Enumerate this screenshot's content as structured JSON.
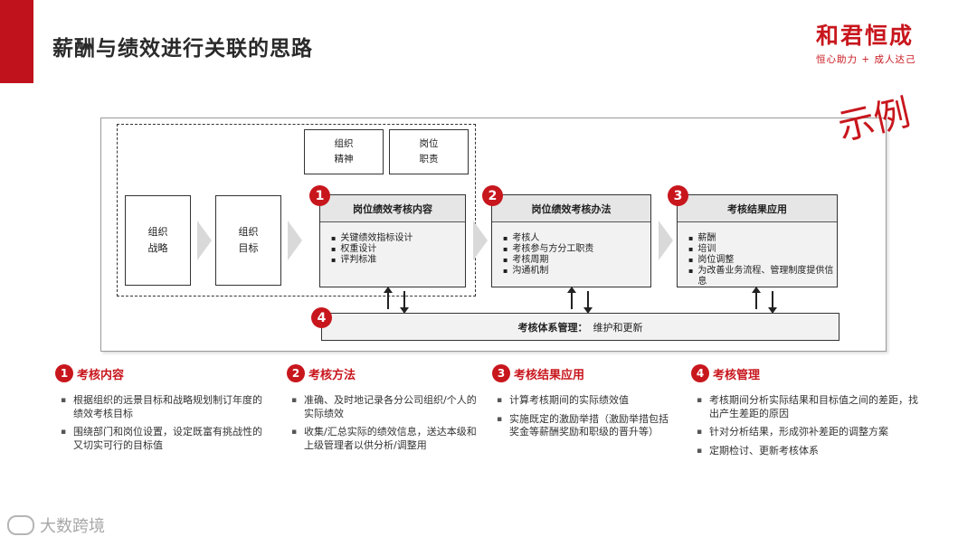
{
  "slide": {
    "title": "薪酬与绩效进行关联的思路"
  },
  "logo": {
    "main": "和君恒成",
    "sub": "恒心助力 + 成人达己"
  },
  "stamp": "示例",
  "diagram": {
    "org_strategy": "组织\n战略",
    "org_goals": "组织\n目标",
    "org_spirit": "组织\n精神",
    "job_duty": "岗位\n职责",
    "panels": [
      {
        "num": "1",
        "title": "岗位绩效考核内容",
        "items": [
          "关键绩效指标设计",
          "权重设计",
          "评判标准"
        ]
      },
      {
        "num": "2",
        "title": "岗位绩效考核办法",
        "items": [
          "考核人",
          "考核参与方分工职责",
          "考核周期",
          "沟通机制"
        ]
      },
      {
        "num": "3",
        "title": "考核结果应用",
        "items": [
          "薪酬",
          "培训",
          "岗位调整",
          "为改善业务流程、管理制度提供信息"
        ]
      }
    ],
    "mgmt": {
      "num": "4",
      "label": "考核体系管理：",
      "value": "维护和更新"
    }
  },
  "sections": [
    {
      "num": "1",
      "title": "考核内容",
      "items": [
        "根据组织的远景目标和战略规划制订年度的绩效考核目标",
        "围绕部门和岗位设置，设定既富有挑战性的又切实可行的目标值"
      ]
    },
    {
      "num": "2",
      "title": "考核方法",
      "items": [
        "准确、及时地记录各分公司组织/个人的实际绩效",
        "收集/汇总实际的绩效信息，送达本级和上级管理者以供分析/调整用"
      ]
    },
    {
      "num": "3",
      "title": "考核结果应用",
      "items": [
        "计算考核期间的实际绩效值",
        "实施既定的激励举措（激励举措包括奖金等薪酬奖励和职级的晋升等）"
      ]
    },
    {
      "num": "4",
      "title": "考核管理",
      "items": [
        "考核期间分析实际结果和目标值之间的差距，找出产生差距的原因",
        "针对分析结果，形成弥补差距的调整方案",
        "定期检讨、更新考核体系"
      ]
    }
  ],
  "watermark": "大数跨境",
  "colors": {
    "accent": "#c8161d"
  }
}
